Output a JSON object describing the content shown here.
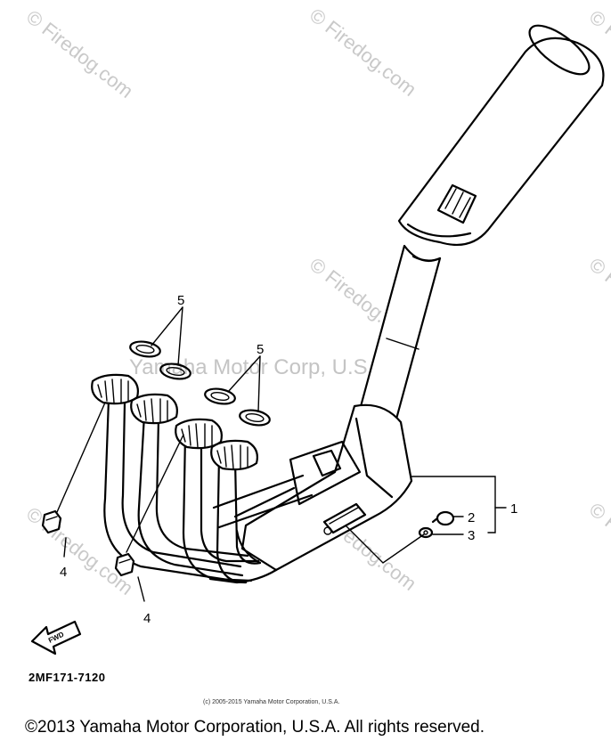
{
  "diagram": {
    "part_code": "2MF171-7120",
    "callouts": {
      "c1": "1",
      "c2": "2",
      "c3": "3",
      "c4a": "4",
      "c4b": "4",
      "c5a": "5",
      "c5b": "5"
    },
    "fwd_label": "FWD"
  },
  "watermarks": {
    "firedog": "© Firedog.com",
    "corp": "Yamaha Motor Corp, U.S.A."
  },
  "copyright": {
    "small": "(c) 2005-2015 Yamaha Motor Corporation, U.S.A.",
    "footer": "©2013 Yamaha Motor Corporation, U.S.A. All rights reserved."
  }
}
